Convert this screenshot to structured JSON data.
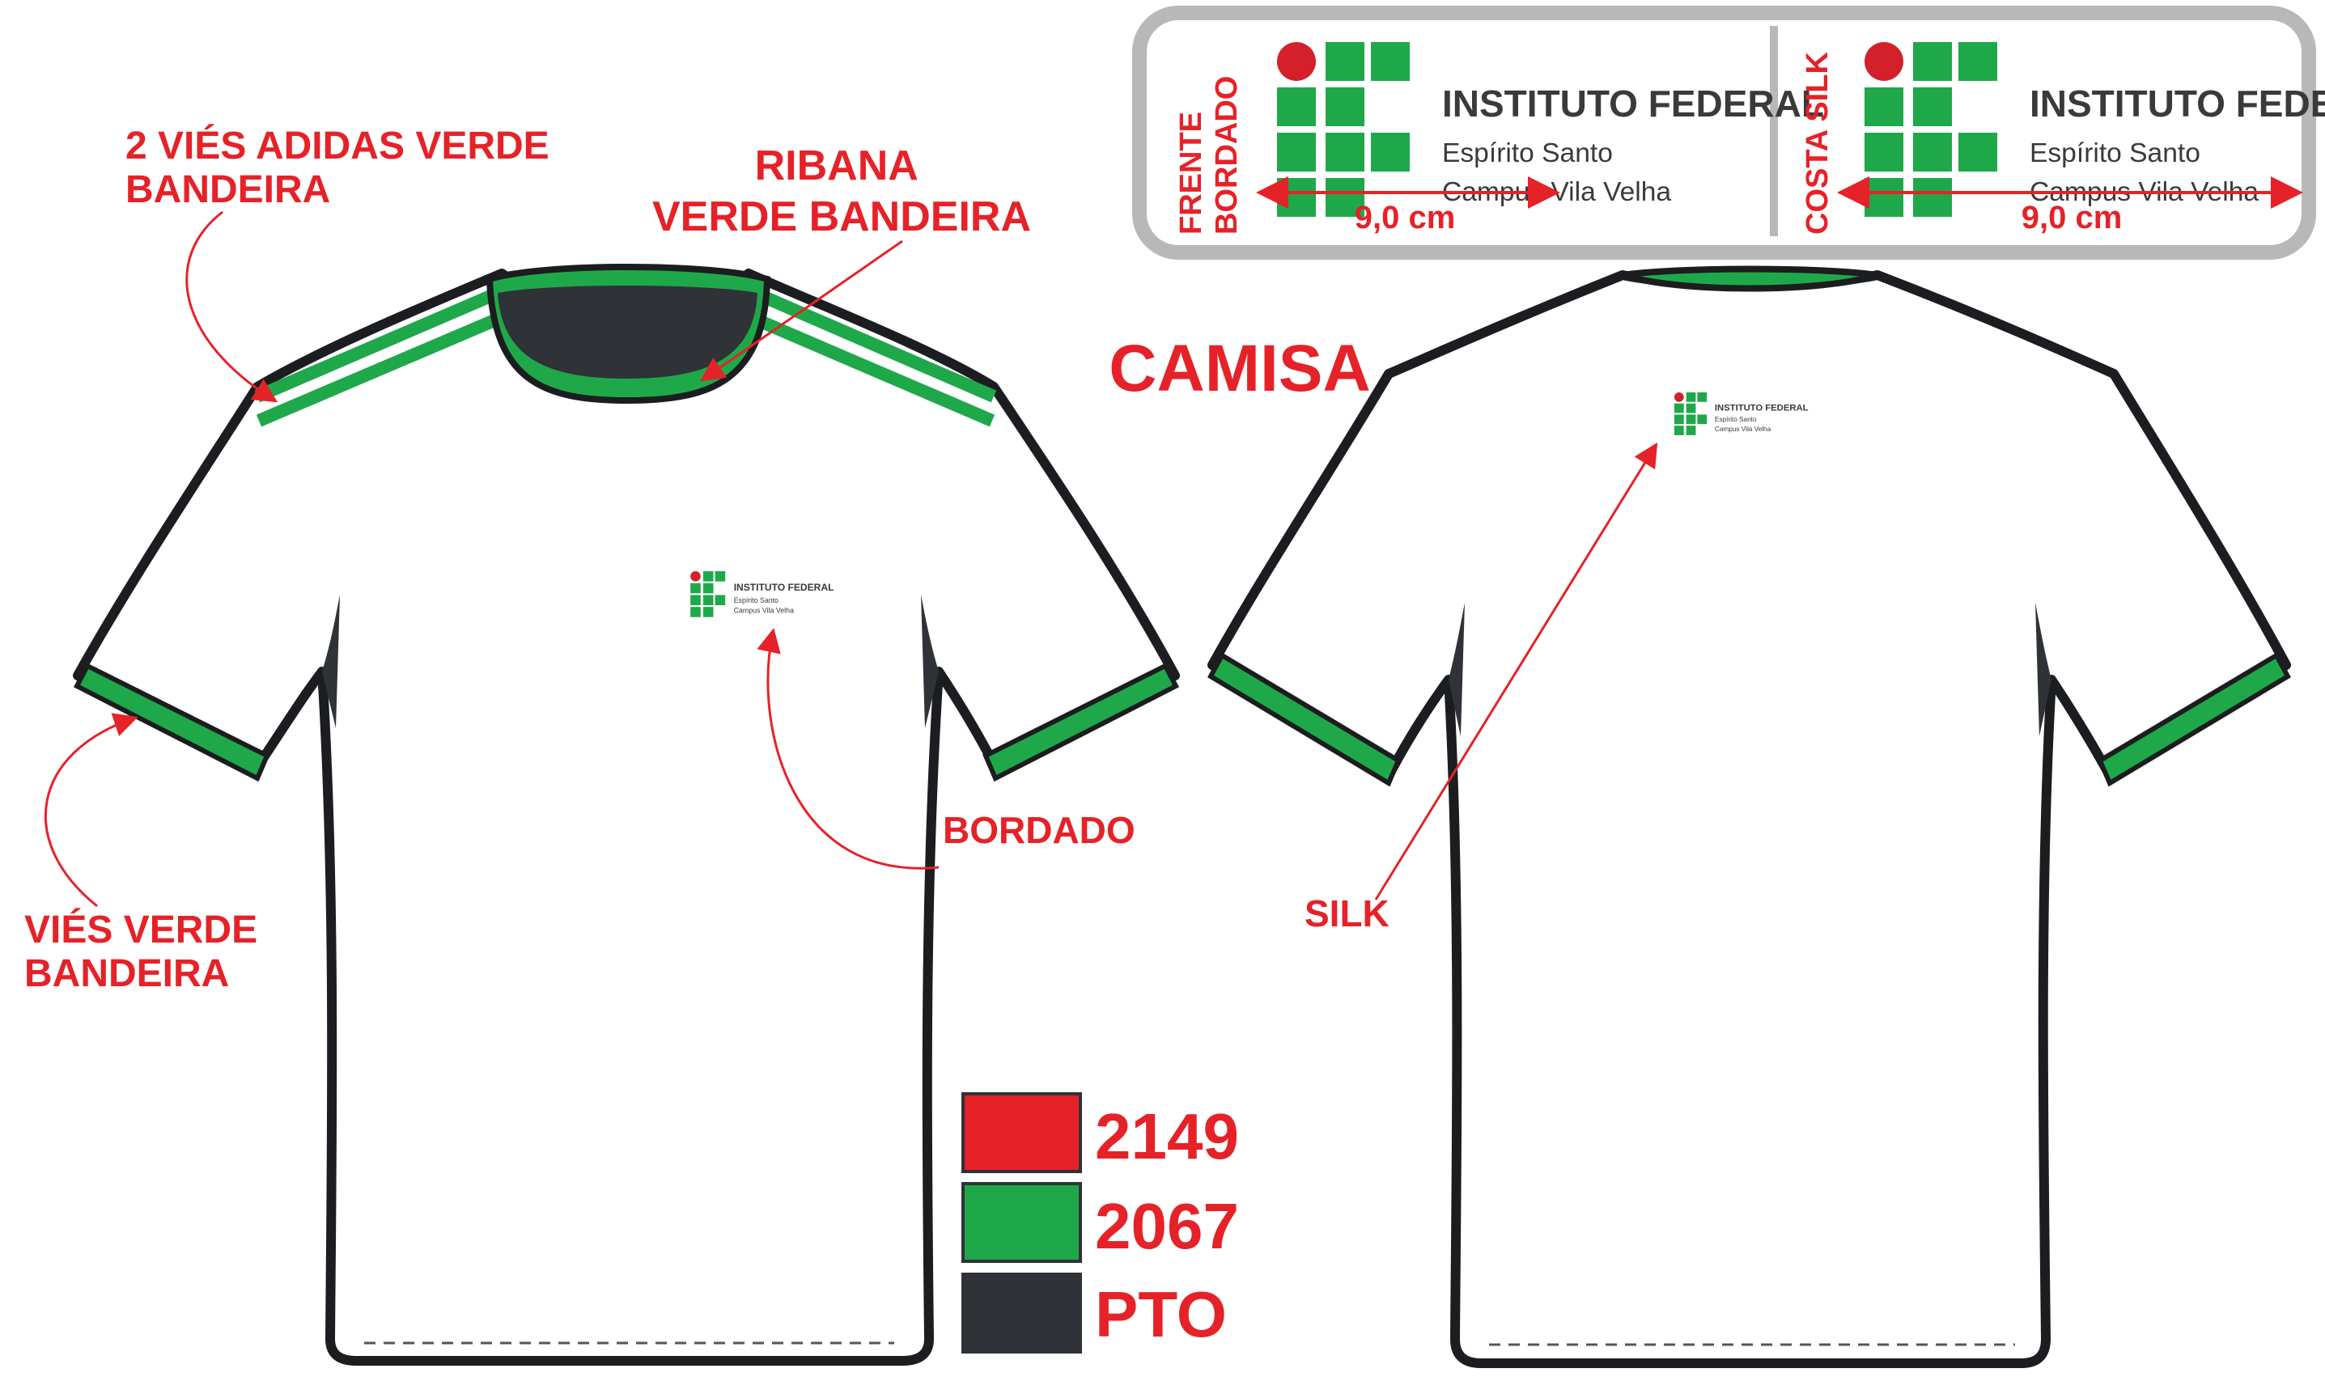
{
  "logo": {
    "title": "INSTITUTO FEDERAL",
    "line1": "Espírito Santo",
    "line2": "Campus Vila Velha"
  },
  "spec_box": {
    "front_label_1": "FRENTE",
    "front_label_2": "BORDADO",
    "front_width": "9,0 cm",
    "back_label": "COSTA SILK",
    "back_width": "9,0 cm"
  },
  "title": "CAMISA",
  "callouts": {
    "stripes_1": "2 VIÉS ADIDAS VERDE",
    "stripes_2": "BANDEIRA",
    "collar_1": "RIBANA",
    "collar_2": "VERDE BANDEIRA",
    "sleeve_1": "VIÉS VERDE",
    "sleeve_2": "BANDEIRA",
    "embroidery": "BORDADO",
    "silk": "SILK"
  },
  "legend": [
    {
      "code": "2149",
      "color": "#e52228"
    },
    {
      "code": "2067",
      "color": "#1fa84a"
    },
    {
      "code": "PTO",
      "color": "#2f3237"
    }
  ],
  "colors": {
    "red": "#e52228",
    "green": "#1fa84a",
    "black": "#2f3237",
    "outline": "#1b1d20",
    "gray_border": "#b8b8b8",
    "logo_text": "#3a3a3a",
    "logo_dot": "#d3202a"
  }
}
